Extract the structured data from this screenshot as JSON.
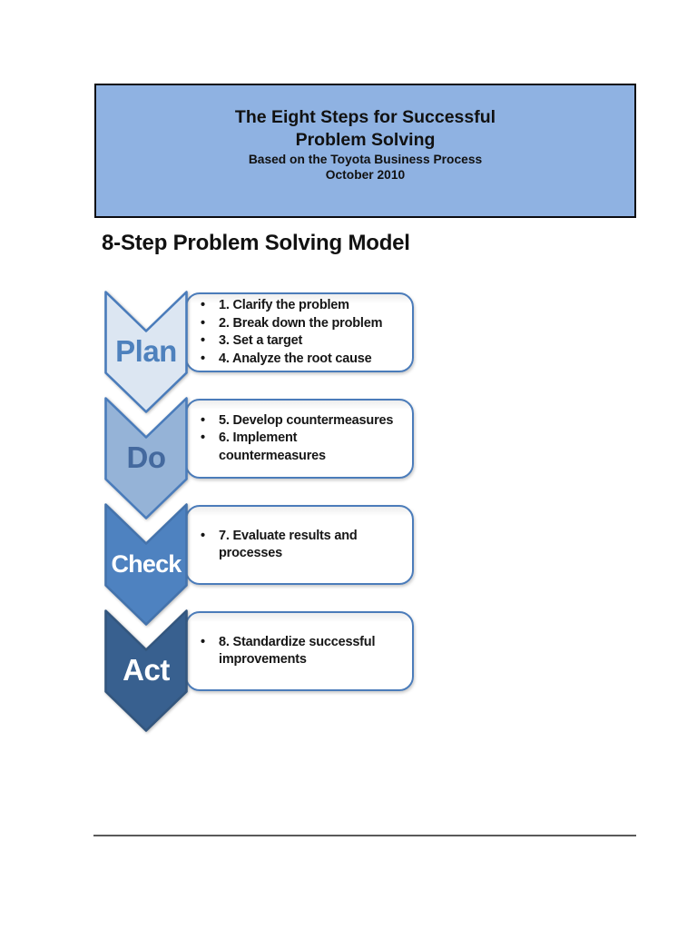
{
  "header_box": {
    "title_line1": "The Eight Steps for Successful",
    "title_line2": "Problem Solving",
    "subtitle": "Based on the Toyota Business Process",
    "date": "October 2010",
    "fill": "#8FB2E2",
    "border_color": "#0b0b0f"
  },
  "section_heading": "8-Step Problem Solving Model",
  "diagram": {
    "bullet_glyph": "•",
    "box_border_color": "#4B7CBA",
    "steps": [
      {
        "label": "Plan",
        "fill": "#DCE6F2",
        "stroke": "#4A7CBB",
        "label_color": "#4E81BD",
        "items": [
          "1. Clarify the problem",
          "2. Break down the problem",
          "3. Set a target",
          "4. Analyze the root cause"
        ]
      },
      {
        "label": "Do",
        "fill": "#95B3D7",
        "stroke": "#4A7CBB",
        "label_color": "#44699E",
        "items": [
          "5. Develop countermeasures",
          "6. Implement countermeasures"
        ]
      },
      {
        "label": "Check",
        "fill": "#4E82C0",
        "stroke": "#4473AC",
        "label_color": "#FFFFFF",
        "items": [
          "7. Evaluate results and processes"
        ]
      },
      {
        "label": "Act",
        "fill": "#38608F",
        "stroke": "#33567E",
        "label_color": "#FFFFFF",
        "items": [
          "8. Standardize successful improvements"
        ]
      }
    ]
  },
  "footer": {
    "rule_color": "#5A5A5A"
  }
}
